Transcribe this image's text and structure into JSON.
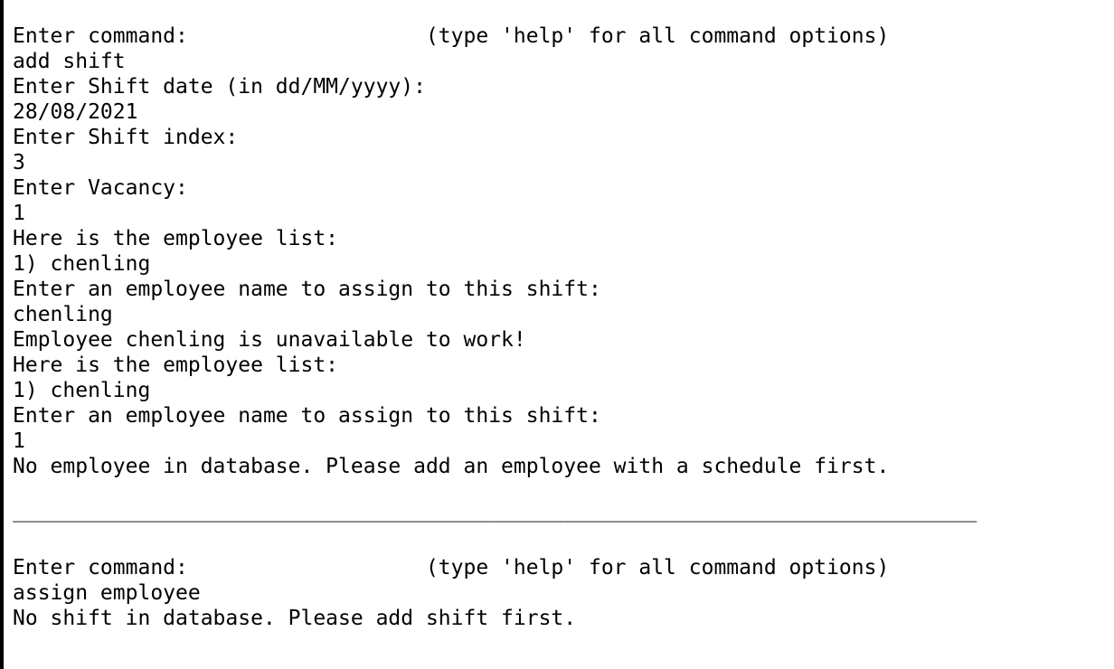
{
  "terminal": {
    "background_color": "#ffffff",
    "text_color": "#000000",
    "border_color": "#000000",
    "lines": [
      "Enter command:                   (type 'help' for all command options)",
      "add shift",
      "Enter Shift date (in dd/MM/yyyy):",
      "28/08/2021",
      "Enter Shift index:",
      "3",
      "Enter Vacancy:",
      "1",
      "Here is the employee list:",
      "1) chenling",
      "Enter an employee name to assign to this shift:",
      "chenling",
      "Employee chenling is unavailable to work!",
      "Here is the employee list:",
      "1) chenling",
      "Enter an employee name to assign to this shift:",
      "1",
      "No employee in database. Please add an employee with a schedule first.",
      "",
      "_____________________________________________________________________________",
      "",
      "Enter command:                   (type 'help' for all command options)",
      "assign employee",
      "No shift in database. Please add shift first."
    ]
  }
}
